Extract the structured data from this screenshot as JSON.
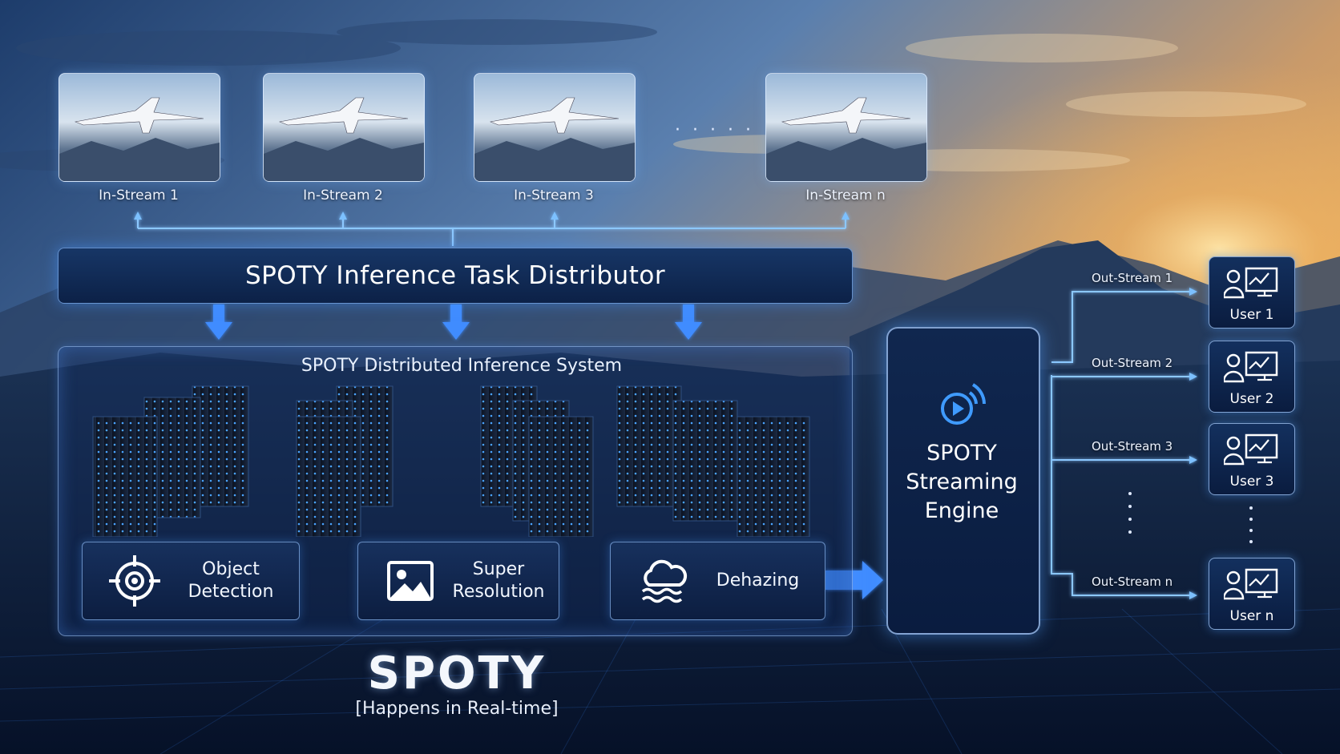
{
  "in_streams": [
    {
      "label": "In-Stream 1"
    },
    {
      "label": "In-Stream 2"
    },
    {
      "label": "In-Stream 3"
    },
    {
      "label": "In-Stream n"
    }
  ],
  "stream_ellipsis": "· · · · ·",
  "distributor": {
    "label": "SPOTY Inference Task Distributor"
  },
  "inference_system": {
    "label": "SPOTY Distributed Inference System"
  },
  "stages": [
    {
      "label": "Object\nDetection",
      "icon": "crosshair-target-icon"
    },
    {
      "label": "Super\nResolution",
      "icon": "image-icon"
    },
    {
      "label": "Dehazing",
      "icon": "cloud-haze-icon"
    }
  ],
  "engine": {
    "label": "SPOTY\nStreaming\nEngine",
    "icon": "play-broadcast-icon"
  },
  "out_streams": [
    {
      "label": "Out-Stream 1",
      "user": "User 1"
    },
    {
      "label": "Out-Stream 2",
      "user": "User 2"
    },
    {
      "label": "Out-Stream 3",
      "user": "User 3"
    },
    {
      "label": "Out-Stream n",
      "user": "User n"
    }
  ],
  "brand": {
    "name": "SPOTY",
    "tagline": "[Happens in Real-time]"
  },
  "colors": {
    "accent": "#3f8cff",
    "glow": "#6fb4ff",
    "panel": "#0c2147"
  }
}
